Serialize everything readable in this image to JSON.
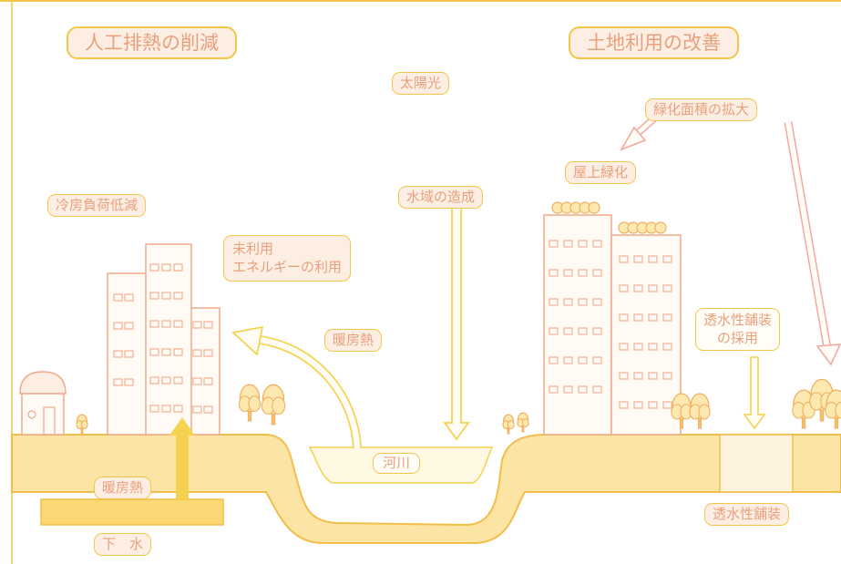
{
  "headings": {
    "left": "人工排熱の削減",
    "right": "土地利用の改善"
  },
  "labels": {
    "sunlight": "太陽光",
    "greening_expansion": "緑化面積の拡大",
    "rooftop_greening": "屋上緑化",
    "cooling_load": "冷房負荷低減",
    "water_area": "水域の造成",
    "unused_energy_line1": "未利用",
    "unused_energy_line2": "エネルギーの利用",
    "heating_heat": "暖房熱",
    "permeable_adoption_line1": "透水性舗装",
    "permeable_adoption_line2": "の採用",
    "river": "河川",
    "heating_heat_sewer": "暖房熱",
    "sewage": "下　水",
    "permeable_pavement": "透水性舗装"
  },
  "colors": {
    "ground": "#fce4a5",
    "ground_stroke": "#f2be4a",
    "label_fill": "#fdeee4",
    "label_stroke": "#f3c64a",
    "label_text": "#e8a07c",
    "building_stroke": "#f0aa8a",
    "tree_fill": "#fde8b0",
    "tree_stroke": "#f0b060",
    "arrow_yellow": "#f5d24f",
    "arrow_pink": "#f2a8a0",
    "pipe": "#fbd874"
  },
  "icons": [
    "house-icon",
    "tree-icon",
    "rooftop-shrub-icon",
    "arrow-icon"
  ]
}
